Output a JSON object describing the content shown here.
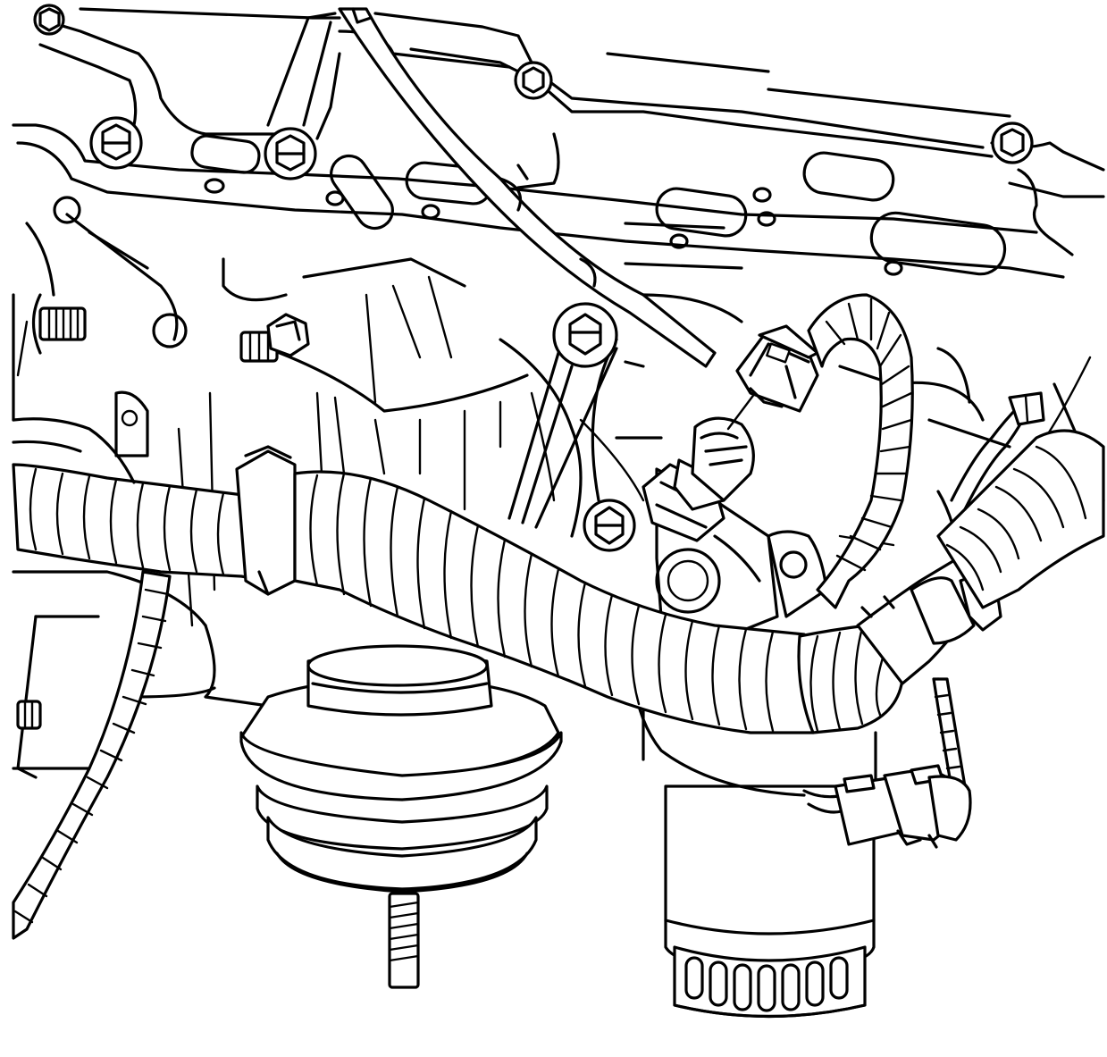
{
  "diagram": {
    "style": "black line-art technical illustration",
    "colors": {
      "line": "#000000",
      "background": "#ffffff"
    },
    "components": [
      "engine-block",
      "oil-pan-gasket-flange",
      "wiring-harness",
      "oil-pressure-sensor",
      "sensor-connector",
      "engine-mount",
      "oil-filter",
      "mounting-bolts",
      "electrical-connector"
    ]
  }
}
